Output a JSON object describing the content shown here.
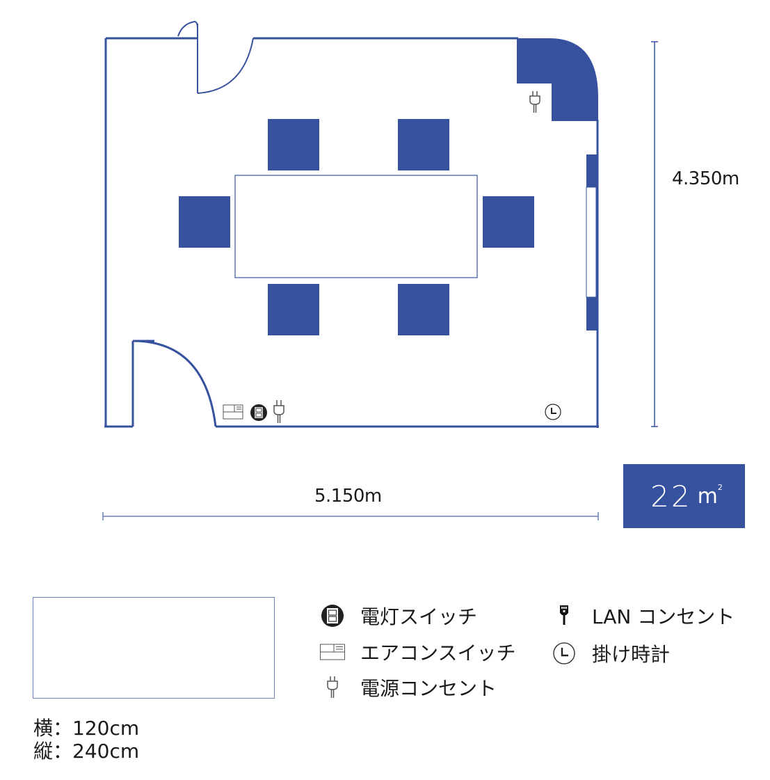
{
  "floorplan": {
    "accent_color": "#36529f",
    "dimensions": {
      "width_label": "5.150m",
      "height_label": "4.350m"
    },
    "area": {
      "value": "22",
      "unit": "m",
      "unit_sup": "2"
    },
    "furniture": {
      "table": {
        "type": "meeting-table"
      },
      "chairs": 6
    },
    "fixtures": [
      {
        "icon": "aircon-switch-icon",
        "location": "bottom-left wall"
      },
      {
        "icon": "light-switch-icon",
        "location": "bottom-left wall"
      },
      {
        "icon": "power-outlet-icon",
        "location": "bottom-left wall"
      },
      {
        "icon": "power-outlet-icon",
        "location": "top-right corner"
      },
      {
        "icon": "wall-clock-icon",
        "location": "bottom-right wall"
      }
    ]
  },
  "table_spec": {
    "width_label": "横：120cm",
    "depth_label": "縦：240cm"
  },
  "legend": {
    "items": [
      {
        "icon": "light-switch-icon",
        "label": "電灯スイッチ"
      },
      {
        "icon": "aircon-switch-icon",
        "label": "エアコンスイッチ"
      },
      {
        "icon": "power-outlet-icon",
        "label": "電源コンセント"
      },
      {
        "icon": "lan-outlet-icon",
        "label": "LAN コンセント"
      },
      {
        "icon": "wall-clock-icon",
        "label": "掛け時計"
      }
    ]
  }
}
